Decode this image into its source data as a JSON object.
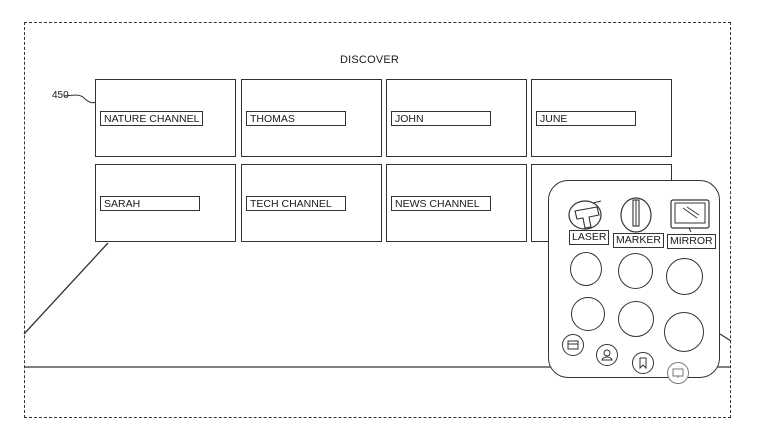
{
  "header": {
    "title": "DISCOVER",
    "reference": "450"
  },
  "channels": [
    {
      "label": "NATURE CHANNEL"
    },
    {
      "label": "THOMAS"
    },
    {
      "label": "JOHN"
    },
    {
      "label": "JUNE"
    },
    {
      "label": "SARAH"
    },
    {
      "label": "TECH CHANNEL"
    },
    {
      "label": "NEWS CHANNEL"
    },
    {
      "label": ""
    }
  ],
  "toolbox": {
    "tools": [
      {
        "label": "LASER",
        "icon": "laser-pointer-icon"
      },
      {
        "label": "MARKER",
        "icon": "marker-icon"
      },
      {
        "label": "MIRROR",
        "icon": "mirror-icon"
      }
    ],
    "nav_icons": [
      "window-icon",
      "user-icon",
      "bookmark-icon",
      "screen-icon"
    ]
  }
}
